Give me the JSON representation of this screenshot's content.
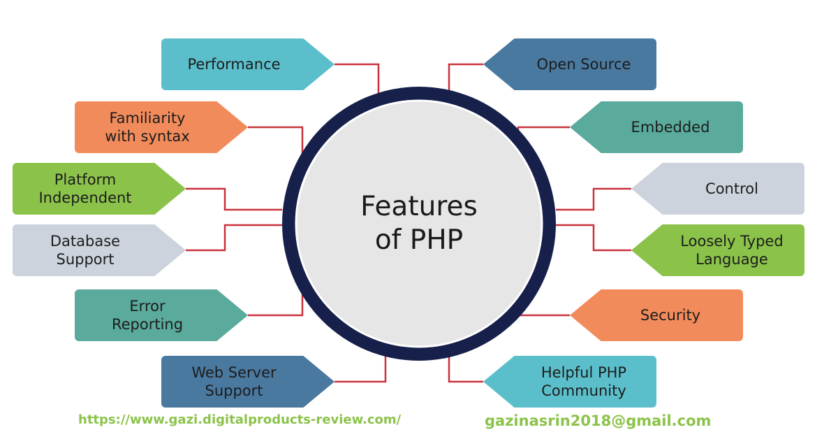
{
  "center": {
    "title": "Features\nof PHP"
  },
  "left_features": [
    {
      "label": "Performance",
      "color": "#5bbfcb"
    },
    {
      "label": "Familiarity\nwith syntax",
      "color": "#f28b5b"
    },
    {
      "label": "Platform\nIndependent",
      "color": "#8bc34a"
    },
    {
      "label": "Database\nSupport",
      "color": "#cdd3dc"
    },
    {
      "label": "Error\nReporting",
      "color": "#5aab9c"
    },
    {
      "label": "Web Server\nSupport",
      "color": "#4a79a0"
    }
  ],
  "right_features": [
    {
      "label": "Open Source",
      "color": "#4a79a0"
    },
    {
      "label": "Embedded",
      "color": "#5aab9c"
    },
    {
      "label": "Control",
      "color": "#cdd3dc"
    },
    {
      "label": "Loosely Typed\nLanguage",
      "color": "#8bc34a"
    },
    {
      "label": "Security",
      "color": "#f28b5b"
    },
    {
      "label": "Helpful PHP\nCommunity",
      "color": "#5bbfcb"
    }
  ],
  "footer": {
    "url": "https://www.gazi.digitalproducts-review.com/",
    "email": "gazinasrin2018@gmail.com"
  },
  "colors": {
    "connector": "#c8323c",
    "ring": "#16204a"
  }
}
